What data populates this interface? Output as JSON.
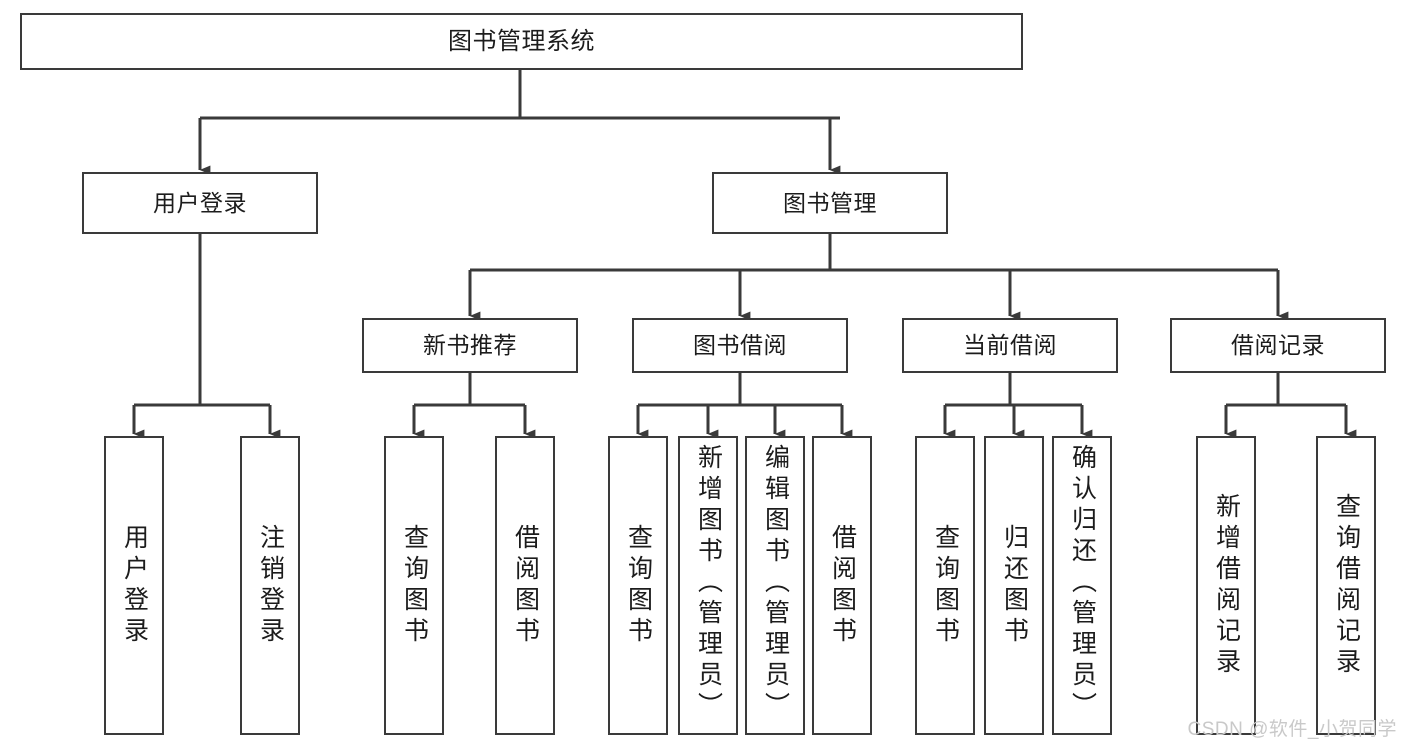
{
  "diagram": {
    "title": "图书管理系统",
    "watermark": "CSDN @软件_小贺同学",
    "colors": {
      "stroke": "#3a3a3a",
      "fill": "#ffffff",
      "text": "#1c1c1c",
      "watermark": "#c9c9c9"
    },
    "levels": {
      "root": {
        "label": "图书管理系统"
      },
      "level2": [
        {
          "label": "用户登录"
        },
        {
          "label": "图书管理"
        }
      ],
      "level3": [
        {
          "label": "新书推荐"
        },
        {
          "label": "图书借阅"
        },
        {
          "label": "当前借阅"
        },
        {
          "label": "借阅记录"
        }
      ],
      "leaves": {
        "user_login": [
          {
            "label": "用户登录"
          },
          {
            "label": "注销登录"
          }
        ],
        "new_book_recommend": [
          {
            "label": "查询图书"
          },
          {
            "label": "借阅图书"
          }
        ],
        "book_borrow": [
          {
            "label": "查询图书"
          },
          {
            "label": "新增图书（管理员）"
          },
          {
            "label": "编辑图书（管理员）"
          },
          {
            "label": "借阅图书"
          }
        ],
        "current_borrow": [
          {
            "label": "查询图书"
          },
          {
            "label": "归还图书"
          },
          {
            "label": "确认归还（管理员）"
          }
        ],
        "borrow_record": [
          {
            "label": "新增借阅记录"
          },
          {
            "label": "查询借阅记录"
          }
        ]
      }
    }
  }
}
